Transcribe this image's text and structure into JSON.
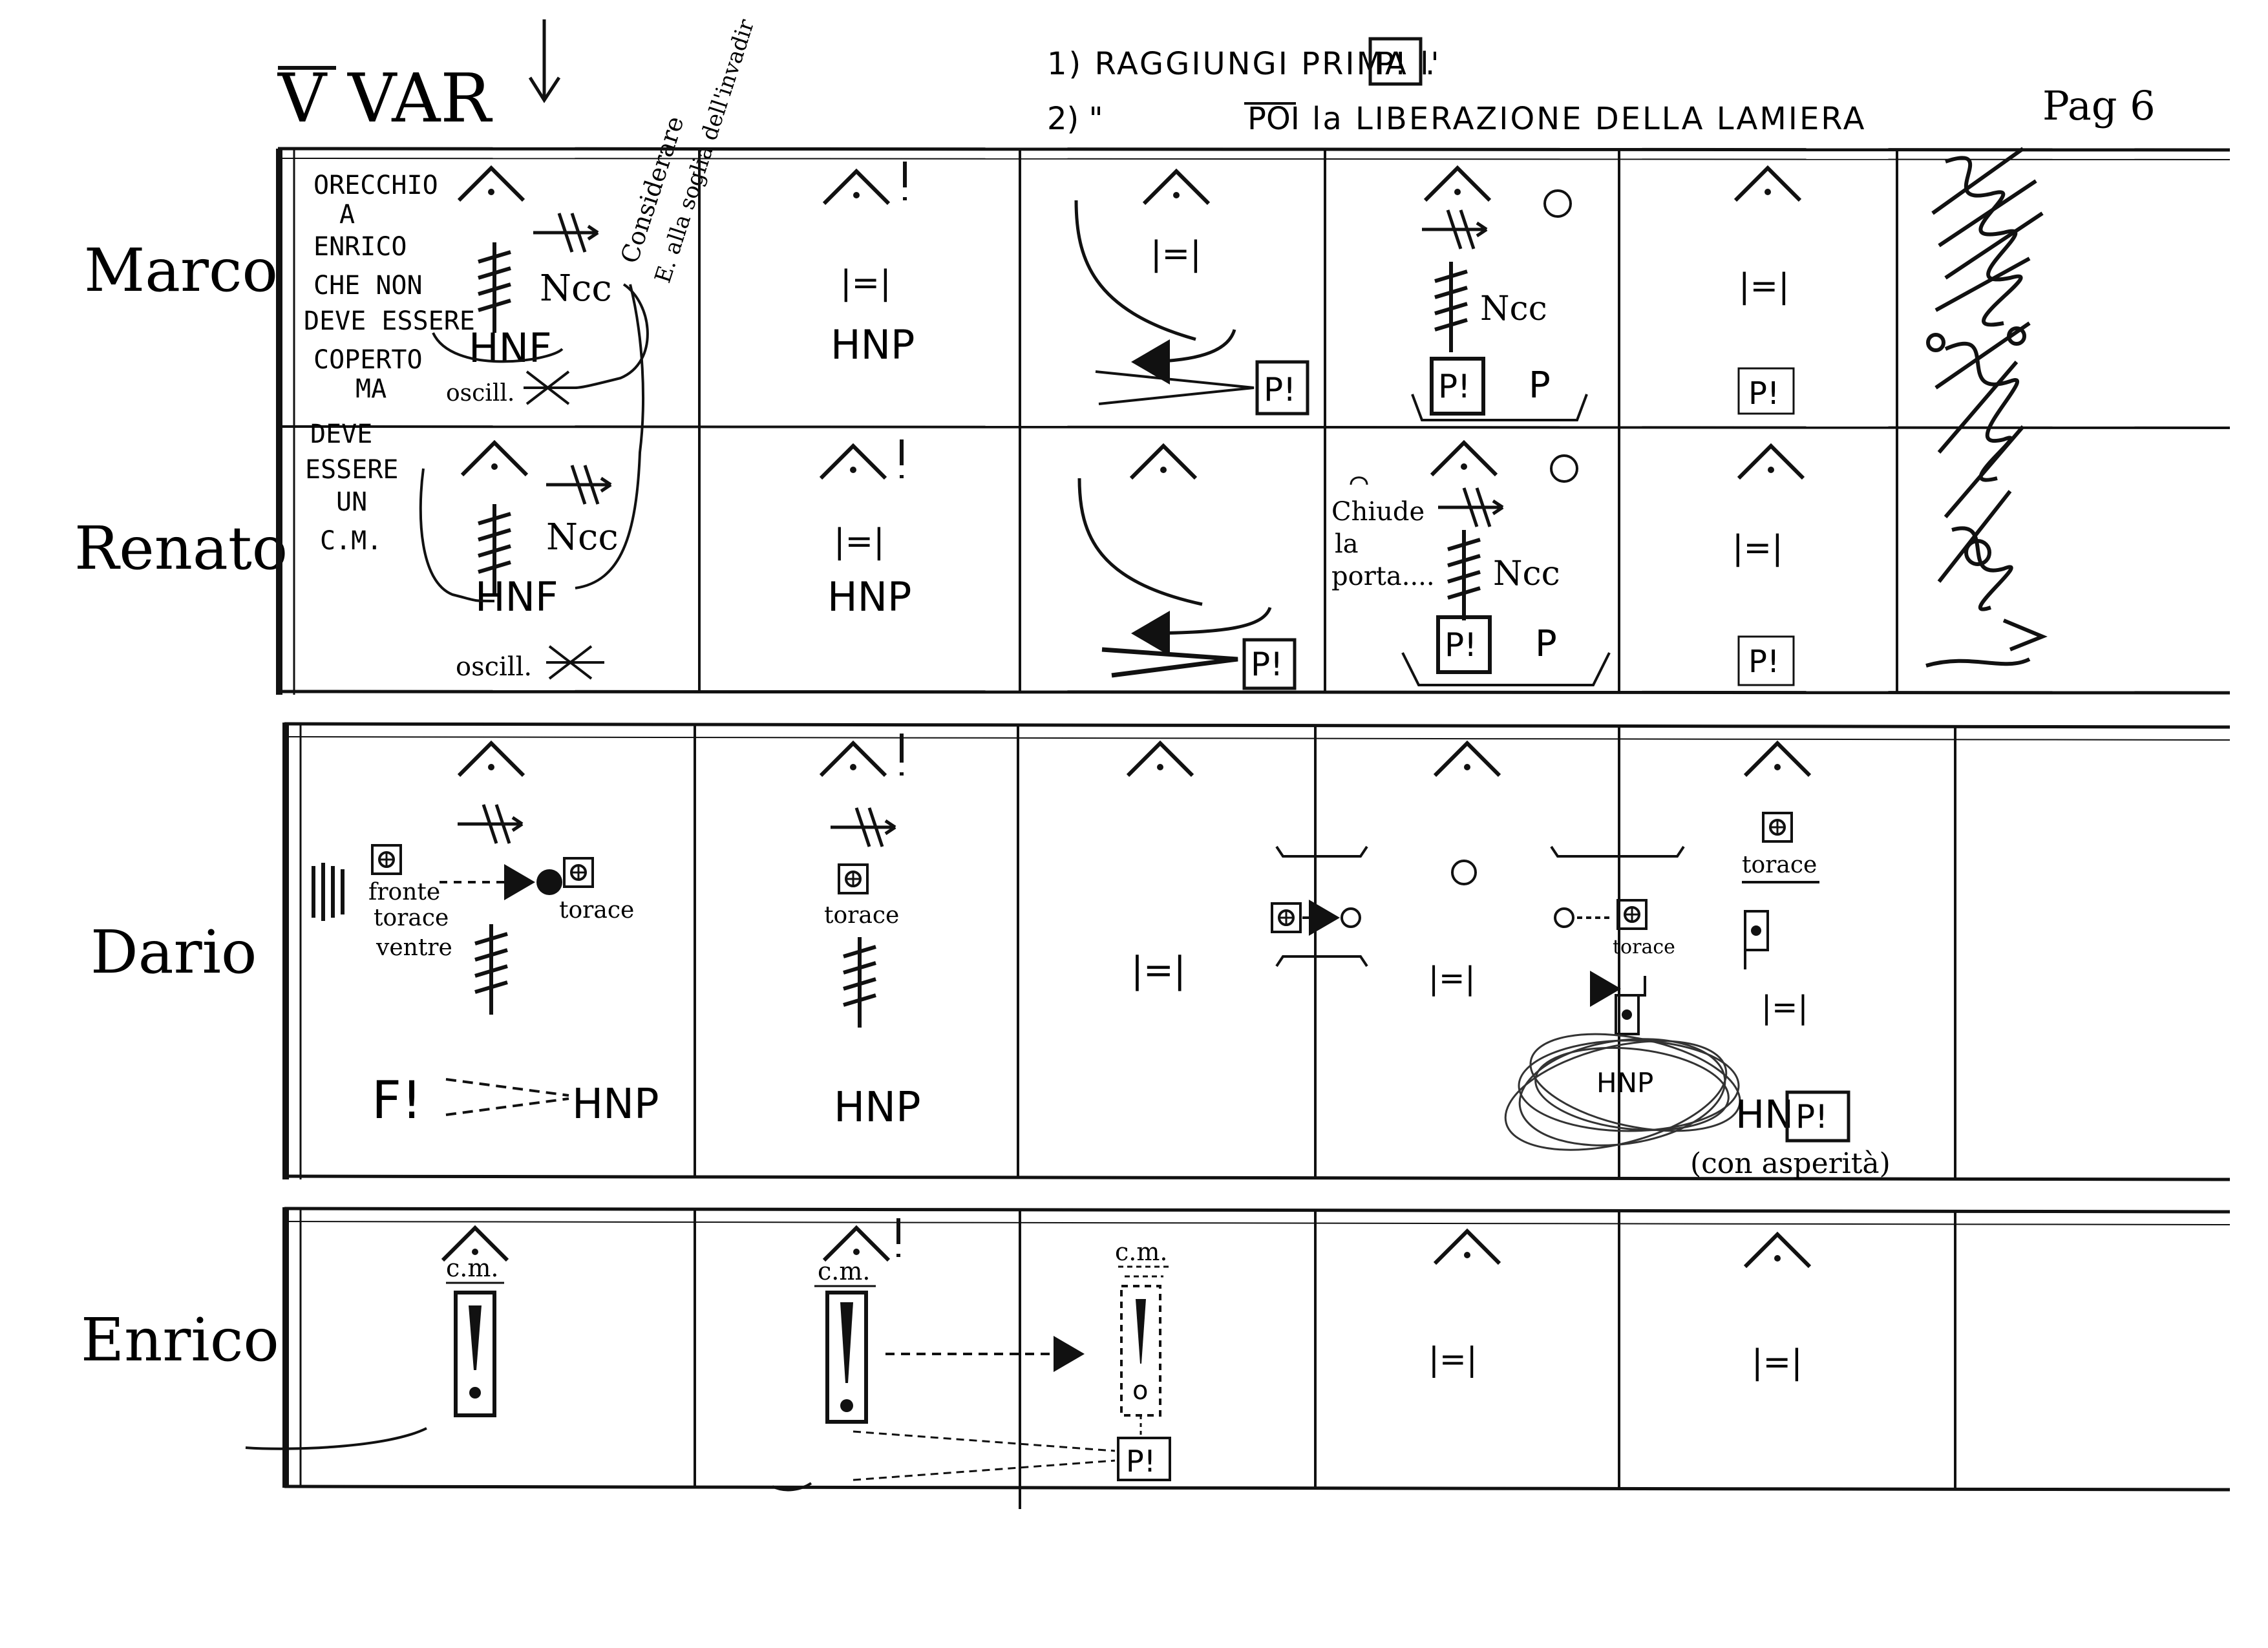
{
  "header": {
    "title": "V VAR",
    "note1": "1) RAGGIUNGI PRIMA l'",
    "note1_box": "P!",
    "note2_marks": "2)   \"",
    "note2_poi": "POI",
    "note2_rest": "la LIBERAZIONE DELLA LAMIERA",
    "page": "Pag 6",
    "diagonal_note_1": "Considerare",
    "diagonal_note_2": "E. alla soglia dell'invadir"
  },
  "performers": [
    "Marco",
    "Renato",
    "Dario",
    "Enrico"
  ],
  "marco": {
    "cell1_lines": [
      "ORECCHIO",
      "A",
      "ENRICO",
      "CHE NON",
      "DEVE ESSERE",
      "COPERTO",
      "MA"
    ],
    "ncc": "Ncc",
    "hnf": "HNF",
    "oscill": "oscill.",
    "equal": "|=|",
    "hnp": "HNP",
    "p_box": "P!",
    "p_plain": "P"
  },
  "renato": {
    "cell1_lines": [
      "DEVE",
      "ESSERE",
      "UN",
      "C.M."
    ],
    "ncc": "Ncc",
    "hnf": "HNF",
    "oscill": "oscill.",
    "equal": "|=|",
    "hnp": "HNP",
    "chiude": [
      "Chiude",
      "la",
      "porta...."
    ],
    "p_box": "P!",
    "p_plain": "P"
  },
  "dario": {
    "fronte": [
      "fronte",
      "torace",
      "ventre"
    ],
    "torace": "torace",
    "f_bang": "F!",
    "hnp": "HNP",
    "equal": "|=|",
    "con_asperita": "(con asperità)",
    "p_box": "P!",
    "hn": "HN"
  },
  "enrico": {
    "cm": "c.m.",
    "cm_dotted": "c.m.",
    "equal": "|=|",
    "p_box": "P!",
    "o": "o"
  },
  "colors": {
    "ink": "#111111",
    "paper": "#ffffff",
    "staff_line": "#222222"
  }
}
